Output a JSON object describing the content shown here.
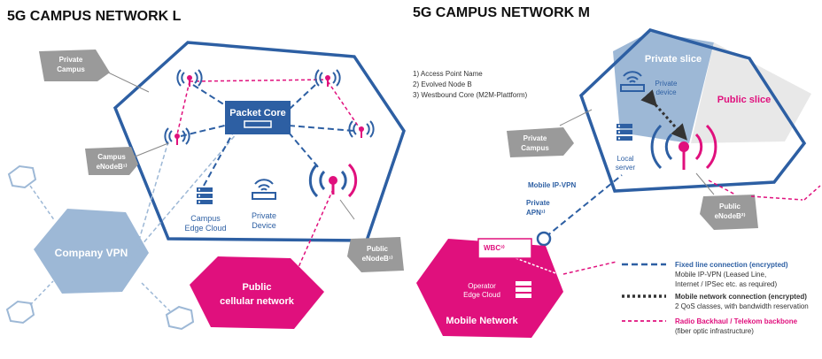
{
  "titles": {
    "left": "5G CAMPUS NETWORK L",
    "right": "5G CAMPUS NETWORK M"
  },
  "colors": {
    "blue": "#2d5fa3",
    "lightblue": "#9db8d6",
    "magenta": "#e0107d",
    "gray": "#9a9a9a",
    "darkgray": "#555555"
  },
  "left": {
    "private_campus": [
      "Private",
      "Campus"
    ],
    "packet_core": "Packet Core",
    "campus_enodeb": [
      "Campus",
      "eNodeB¹⁾"
    ],
    "campus_edge_cloud": [
      "Campus",
      "Edge Cloud"
    ],
    "private_device": [
      "Private",
      "Device"
    ],
    "public_enodeb": [
      "Public",
      "eNodeB¹⁾"
    ],
    "company_vpn": "Company VPN",
    "public_cellular": [
      "Public",
      "cellular network"
    ]
  },
  "right": {
    "footnotes": [
      "1) Access Point Name",
      "2) Evolved Node B",
      "3) Westbound Core (M2M-Plattform)"
    ],
    "private_slice": "Private slice",
    "public_slice": "Public slice",
    "private_device": [
      "Private",
      "device"
    ],
    "private_campus": [
      "Private",
      "Campus"
    ],
    "local_server": [
      "Local",
      "server"
    ],
    "mobile_ipvpn": "Mobile IP-VPN",
    "private_apn": [
      "Private",
      "APN¹⁾"
    ],
    "public_enodeb": [
      "Public",
      "eNodeB²⁾"
    ],
    "wbc": "WBC³⁾",
    "operator_edge_cloud": [
      "Operator",
      "Edge Cloud"
    ],
    "mobile_network": "Mobile Network"
  },
  "legend": [
    {
      "title": "Fixed line connection (encrypted)",
      "lines": [
        "Mobile IP-VPN (Leased Line,",
        "Internet / IPSec etc. as required)"
      ]
    },
    {
      "title": "Mobile network connection (encrypted)",
      "lines": [
        "2 QoS classes, with bandwidth reservation"
      ]
    },
    {
      "title": "Radio Backhaul / Telekom backbone",
      "lines": [
        "(fiber optic infrastructure)"
      ]
    }
  ]
}
